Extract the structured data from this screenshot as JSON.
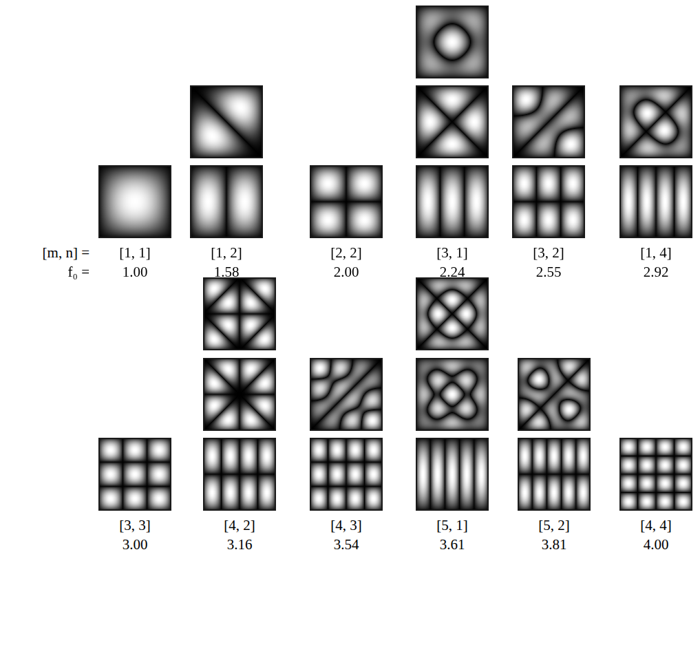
{
  "diagram": {
    "labels": [
      "[m, n] =",
      "f₀ =",
      "[1, 1]",
      "1.00",
      "[1, 2]",
      "1.58",
      "[2, 2]",
      "2.00",
      "[3, 1]",
      "2.24",
      "[3, 2]",
      "2.55",
      "[1, 4]",
      "2.92",
      "[3, 3]",
      "3.00",
      "[4, 2]",
      "3.16",
      "[4, 3]",
      "3.54",
      "[5, 1]",
      "3.61",
      "[5, 2]",
      "3.81",
      "[4, 4]",
      "4.00"
    ]
  }
}
